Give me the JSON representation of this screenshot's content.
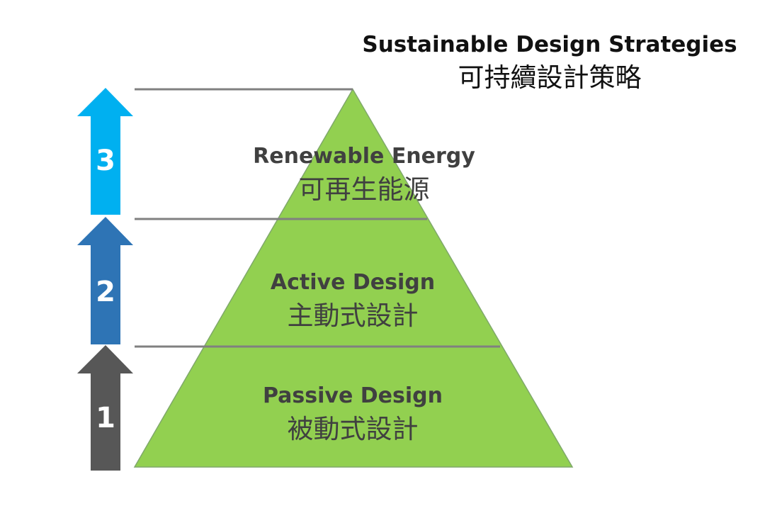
{
  "title": {
    "en": "Sustainable Design Strategies",
    "zh": "可持續設計策略"
  },
  "levels": [
    {
      "number": "1",
      "en": "Passive Design",
      "zh": "被動式設計",
      "arrow_color": "#575757"
    },
    {
      "number": "2",
      "en": "Active Design",
      "zh": "主動式設計",
      "arrow_color": "#2E74B5"
    },
    {
      "number": "3",
      "en": "Renewable Energy",
      "zh": "可再生能源",
      "arrow_color": "#00B0F0"
    }
  ],
  "colors": {
    "pyramid_fill": "#92D050",
    "pyramid_stroke": "#7FA86A",
    "divider": "#808080",
    "label_text": "#404040",
    "title_text": "#111111",
    "arrow_number_text": "#FFFFFF"
  }
}
